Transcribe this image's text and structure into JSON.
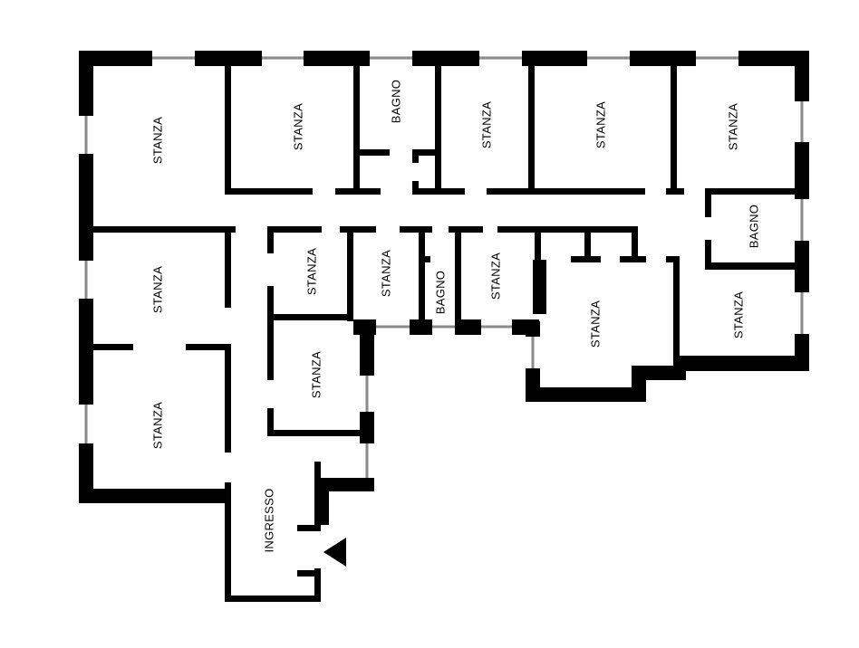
{
  "plan": {
    "colors": {
      "wall": "#000000",
      "window": "#8a8a8a",
      "background": "#ffffff"
    },
    "rooms": [
      {
        "id": "stanza-1",
        "label": "STANZA"
      },
      {
        "id": "stanza-2",
        "label": "STANZA"
      },
      {
        "id": "bagno-1",
        "label": "BAGNO"
      },
      {
        "id": "stanza-3",
        "label": "STANZA"
      },
      {
        "id": "stanza-4",
        "label": "STANZA"
      },
      {
        "id": "stanza-5",
        "label": "STANZA"
      },
      {
        "id": "bagno-2",
        "label": "BAGNO"
      },
      {
        "id": "stanza-6",
        "label": "STANZA"
      },
      {
        "id": "stanza-7",
        "label": "STANZA"
      },
      {
        "id": "stanza-8",
        "label": "STANZA"
      },
      {
        "id": "bagno-3",
        "label": "BAGNO"
      },
      {
        "id": "stanza-9",
        "label": "STANZA"
      },
      {
        "id": "stanza-10",
        "label": "STANZA"
      },
      {
        "id": "stanza-11",
        "label": "STANZA"
      },
      {
        "id": "stanza-12",
        "label": "STANZA"
      },
      {
        "id": "stanza-13",
        "label": "STANZA"
      },
      {
        "id": "ingresso",
        "label": "INGRESSO"
      }
    ],
    "entrance_icon": "entrance-arrow-icon"
  }
}
